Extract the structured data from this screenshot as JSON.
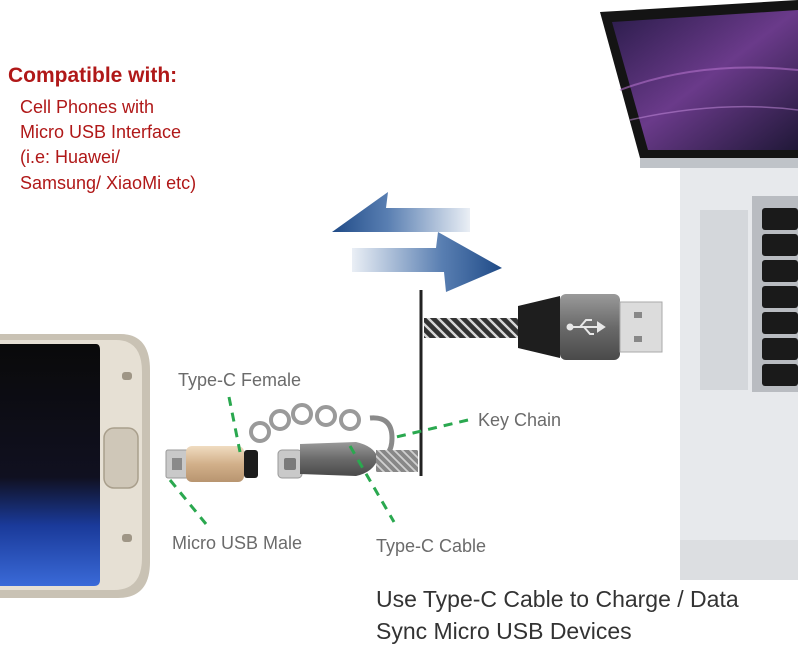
{
  "compatibility": {
    "heading": "Compatible with:",
    "lines": [
      "Cell Phones with",
      "Micro USB Interface",
      "(i.e: Huawei/",
      "Samsung/  XiaoMi etc)"
    ]
  },
  "labels": {
    "typec_female": "Type-C Female",
    "key_chain": "Key Chain",
    "micro_usb_male": "Micro USB Male",
    "typec_cable": "Type-C Cable"
  },
  "caption": {
    "line1": "Use Type-C Cable to Charge / Data",
    "line2": "Sync Micro USB Devices"
  },
  "colors": {
    "heading_red": "#b01818",
    "label_gray": "#6b6b6b",
    "leader_green": "#2aa84f",
    "arrow_blue": "#2f5e9e"
  },
  "icons": [
    "usb-trident-icon",
    "exchange-arrows-icon"
  ]
}
